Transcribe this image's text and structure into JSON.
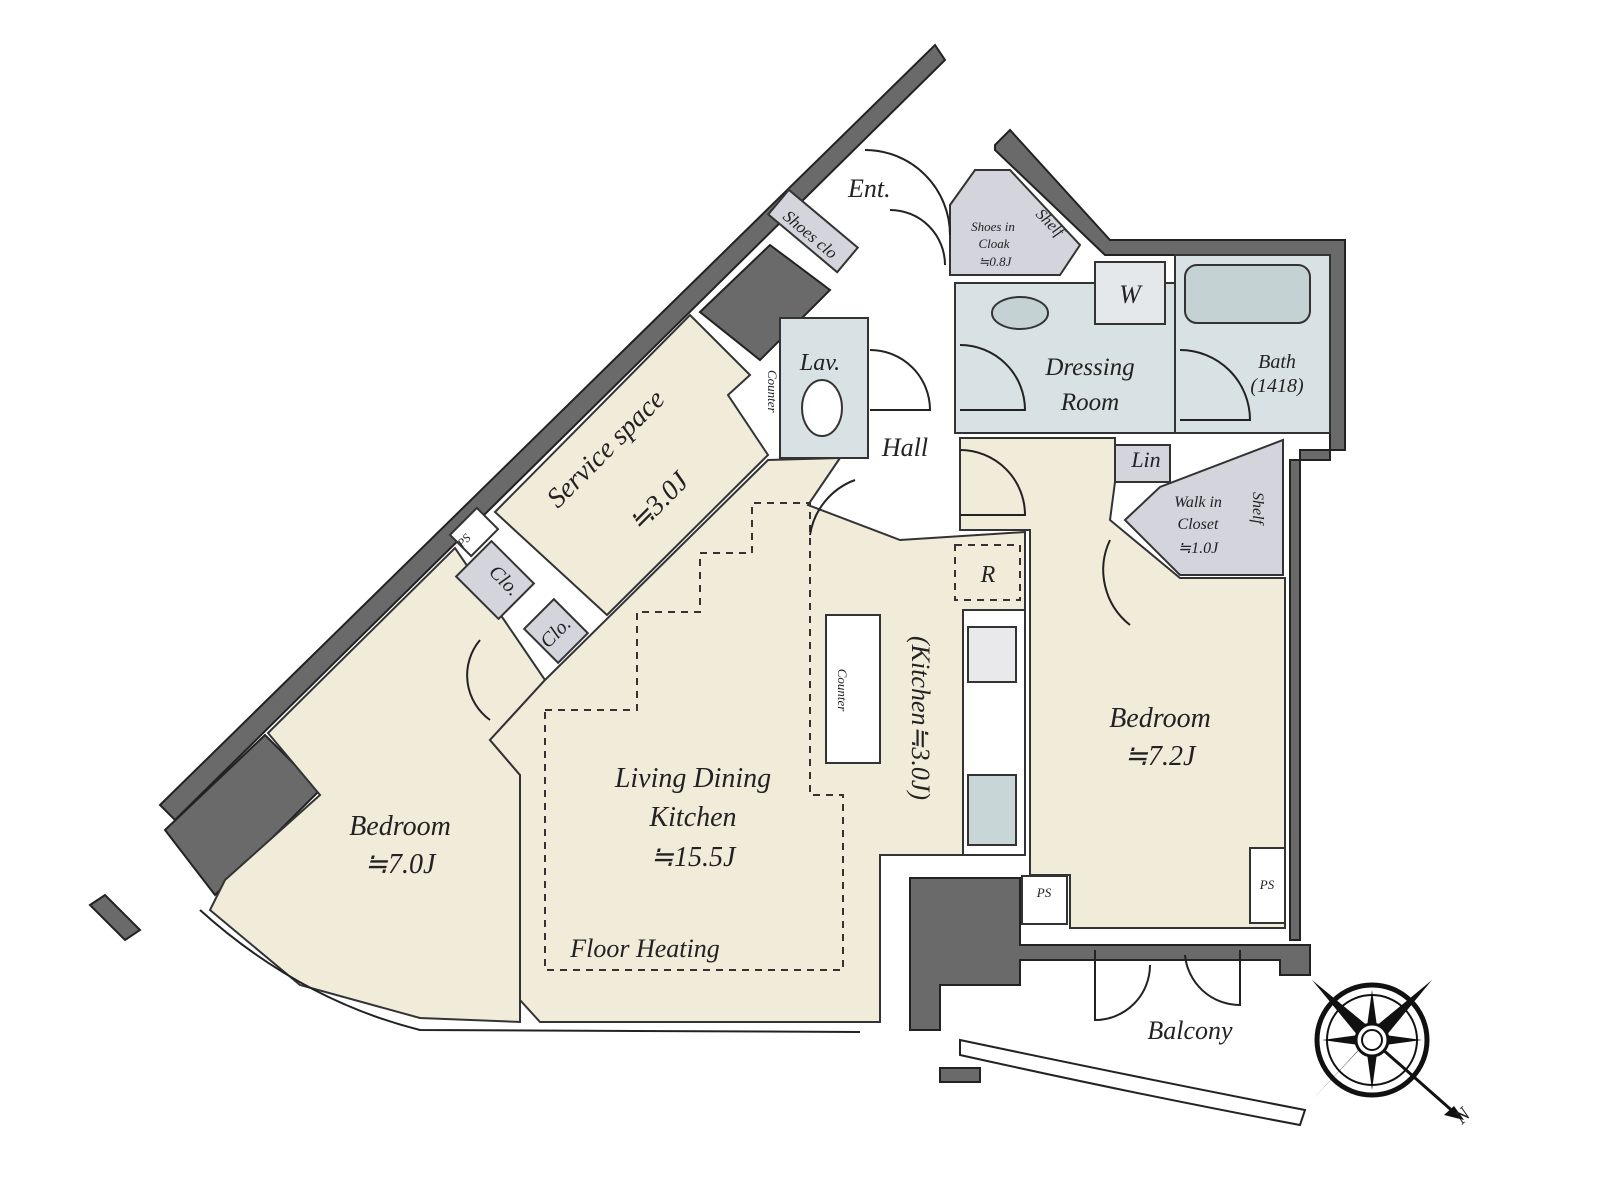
{
  "plan": {
    "rooms": {
      "entrance": "Ent.",
      "shoes_closet": "Shoes clo",
      "shoes_in_cloak": [
        "Shoes in",
        "Cloak",
        "≒0.8J"
      ],
      "shelf_top": "Shelf",
      "washer": "W",
      "dressing_room": [
        "Dressing",
        "Room"
      ],
      "bath": [
        "Bath",
        "(1418)"
      ],
      "lavatory": "Lav.",
      "counter_lav": "Counter",
      "hall": "Hall",
      "linen": "Lin",
      "walk_in_closet": [
        "Walk in",
        "Closet",
        "≒1.0J"
      ],
      "shelf_wic": "Shelf",
      "service_space": [
        "Service space",
        "≒3.0J"
      ],
      "ps_left": "PS",
      "closet_1": "Clo.",
      "closet_2": "Clo.",
      "refrigerator": "R",
      "kitchen": "(Kitchen≒3.0J)",
      "counter_kitchen": "Counter",
      "bedroom_right": [
        "Bedroom",
        "≒7.2J"
      ],
      "bedroom_left": [
        "Bedroom",
        "≒7.0J"
      ],
      "ldk": [
        "Living Dining",
        "Kitchen",
        "≒15.5J"
      ],
      "floor_heating": "Floor Heating",
      "ps_mid": "PS",
      "ps_right": "PS",
      "balcony": "Balcony"
    },
    "compass": {
      "north_label": "N"
    },
    "colors": {
      "living": "#f1ebda",
      "wet": "#d8e1e3",
      "storage": "#d3d4dc",
      "wall": "#6a6a6a"
    }
  }
}
